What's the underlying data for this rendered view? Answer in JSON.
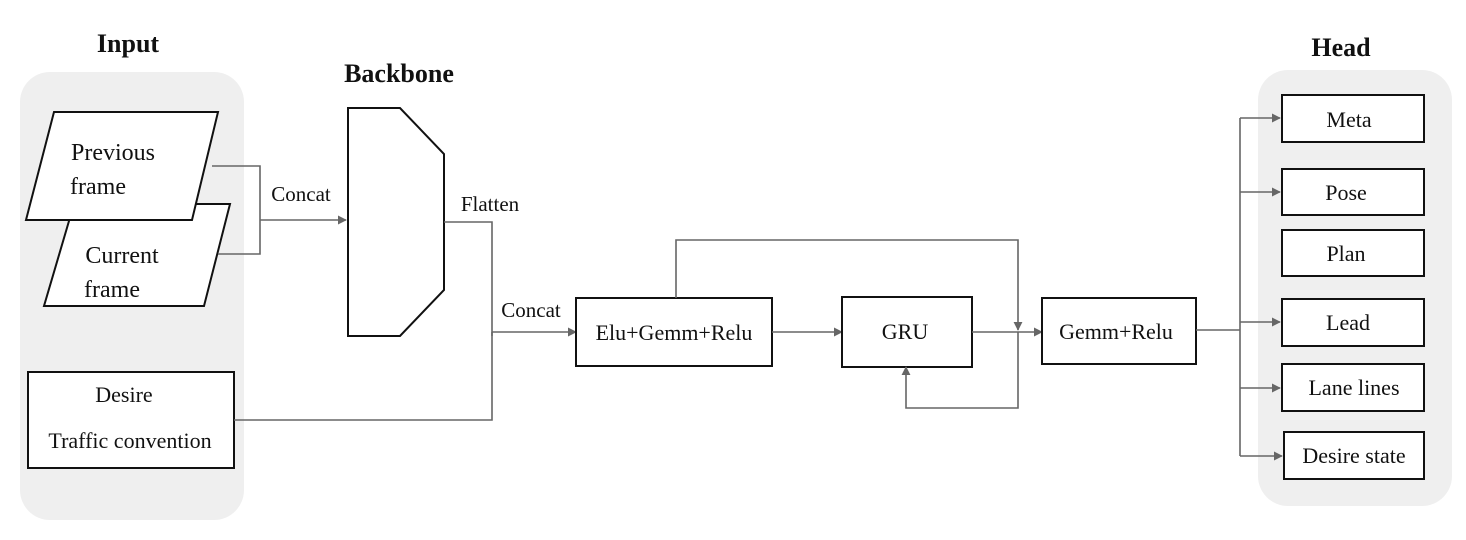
{
  "sections": {
    "input": "Input",
    "backbone": "Backbone",
    "head": "Head"
  },
  "input": {
    "previous_frame": [
      "Previous",
      "frame"
    ],
    "current_frame": [
      "Current",
      "frame"
    ],
    "desire_box": [
      "Desire",
      "Traffic convention"
    ]
  },
  "edges": {
    "concat_1": "Concat",
    "flatten": "Flatten",
    "concat_2": "Concat"
  },
  "blocks": {
    "elu_gemm_relu": "Elu+Gemm+Relu",
    "gru": "GRU",
    "gemm_relu": "Gemm+Relu"
  },
  "head_outputs": [
    "Meta",
    "Pose",
    "Plan",
    "Lead",
    "Lane lines",
    "Desire state"
  ],
  "colors": {
    "panel": "#efefef",
    "line": "#666666",
    "box_stroke": "#111111"
  }
}
